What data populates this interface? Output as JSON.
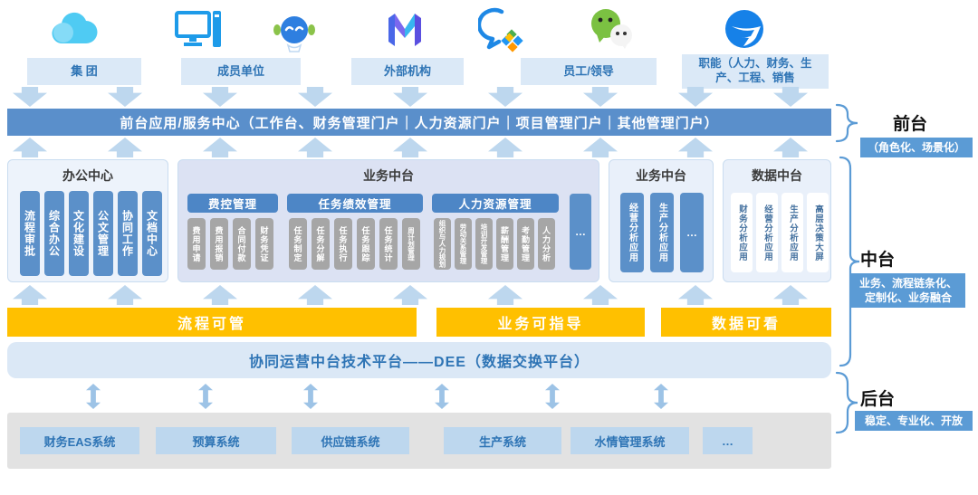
{
  "sources": {
    "items": [
      {
        "label": "集 团",
        "icon": "cloud-icon"
      },
      {
        "label": "成员单位",
        "icon": "monitor-icon"
      },
      {
        "label": "外部机构",
        "icon": "m-logo-icon"
      },
      {
        "label": "员工/领导",
        "icon": "wechat-icon"
      },
      {
        "label": "职能（人力、财务、生产、工程、销售",
        "icon": "dingtalk-icon"
      }
    ],
    "extra_icons": [
      "robot-icon",
      "wecom-chat-icon"
    ]
  },
  "front": {
    "banner": "前台应用/服务中心（工作台、财务管理门户｜人力资源门户｜项目管理门户｜其他管理门户）"
  },
  "middle": {
    "office": {
      "title": "办公中心",
      "items": [
        "流程审批",
        "综合办公",
        "文化建设",
        "公文管理",
        "协同工作",
        "文档中心"
      ]
    },
    "business": {
      "title": "业务中台",
      "groups": [
        {
          "title": "费控管理",
          "items": [
            "费用申请",
            "费用报销",
            "合同付款",
            "财务凭证"
          ]
        },
        {
          "title": "任务绩效管理",
          "items": [
            "任务制定",
            "任务分解",
            "任务执行",
            "任务跟踪",
            "任务统计",
            "周计划管理"
          ]
        },
        {
          "title": "人力资源管理",
          "items": [
            "组织与人力规划",
            "劳动关系管理",
            "培训开发管理",
            "薪酬管理",
            "考勤管理",
            "人力分析"
          ]
        }
      ],
      "more": "…"
    },
    "business_right": {
      "title": "业务中台",
      "items": [
        "经营分析应用",
        "生产分析应用",
        "…"
      ]
    },
    "data": {
      "title": "数据中台",
      "items": [
        "财务分析应用",
        "经营分析应用",
        "生产分析应用",
        "高层决策大屏"
      ]
    }
  },
  "capabilities": [
    "流程可管",
    "业务可指导",
    "数据可看"
  ],
  "dee": "协同运营中台技术平台——DEE（数据交换平台）",
  "backend": {
    "systems": [
      "财务EAS系统",
      "预算系统",
      "供应链系统",
      "生产系统",
      "水情管理系统",
      "…"
    ]
  },
  "side": [
    {
      "title": "前台",
      "badge": "（角色化、场景化）"
    },
    {
      "title": "中台",
      "badge": "业务、流程链条化、定制化、业务融合"
    },
    {
      "title": "后台",
      "badge": "稳定、专业化、开放"
    }
  ],
  "colors": {
    "banner_blue": "#5A8FCB",
    "pill_blue": "#5B90C9",
    "pill_gray": "#A6A6A6",
    "orange": "#FFC000",
    "badge_blue": "#5B9BD5",
    "arrow_blue": "#BDD7EE"
  }
}
